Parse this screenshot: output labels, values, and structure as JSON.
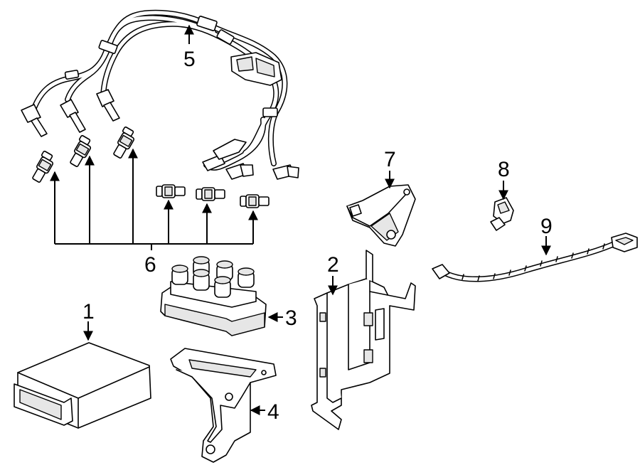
{
  "callouts": {
    "c1": "1",
    "c2": "2",
    "c3": "3",
    "c4": "4",
    "c5": "5",
    "c6": "6",
    "c7": "7",
    "c8": "8",
    "c9": "9"
  },
  "colors": {
    "line": "#000000",
    "background": "#ffffff",
    "shade": "#e6e6e6"
  }
}
